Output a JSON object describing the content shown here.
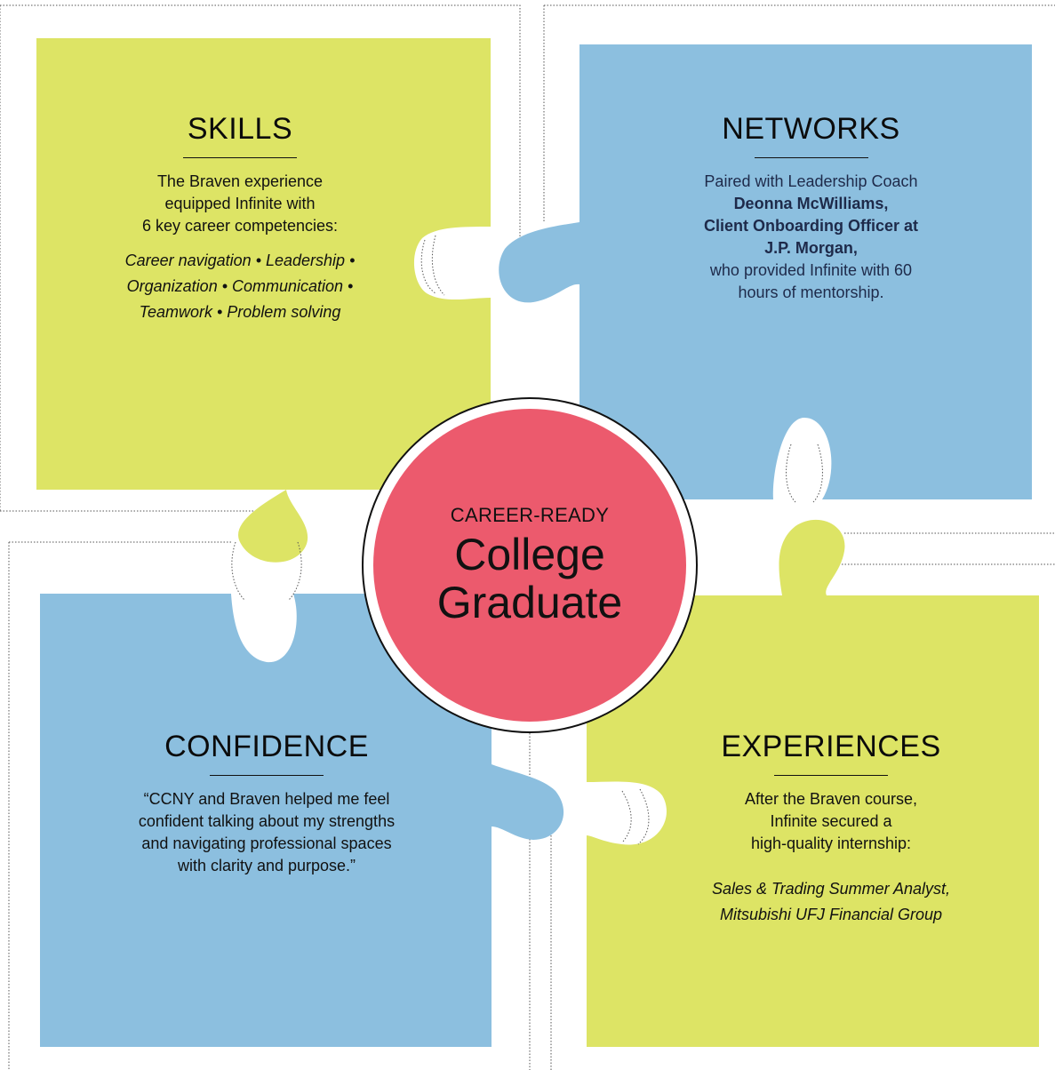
{
  "colors": {
    "lime": "#dde465",
    "sky": "#8cbfdf",
    "coral": "#ec5a6d",
    "background": "#ffffff"
  },
  "center": {
    "eyebrow": "CAREER-READY",
    "line1": "College",
    "line2": "Graduate"
  },
  "skills": {
    "title": "SKILLS",
    "intro_lines": [
      "The Braven experience",
      "equipped Infinite with",
      "6 key career competencies:"
    ],
    "competency_lines": [
      "Career navigation • Leadership •",
      "Organization • Communication •",
      "Teamwork • Problem solving"
    ]
  },
  "networks": {
    "title": "NETWORKS",
    "line1": "Paired with Leadership Coach",
    "name_lines": [
      "Deonna McWilliams,",
      "Client Onboarding Officer at",
      "J.P. Morgan,"
    ],
    "end_lines": [
      "who provided Infinite with 60",
      "hours of mentorship."
    ]
  },
  "confidence": {
    "title": "CONFIDENCE",
    "quote_lines": [
      "“CCNY and Braven helped me feel",
      "confident talking about my strengths",
      "and navigating professional spaces",
      "with clarity and purpose.”"
    ]
  },
  "experiences": {
    "title": "EXPERIENCES",
    "intro_lines": [
      "After the Braven course,",
      "Infinite secured a",
      "high-quality internship:"
    ],
    "role_lines": [
      "Sales & Trading Summer Analyst,",
      "Mitsubishi UFJ Financial Group"
    ]
  }
}
